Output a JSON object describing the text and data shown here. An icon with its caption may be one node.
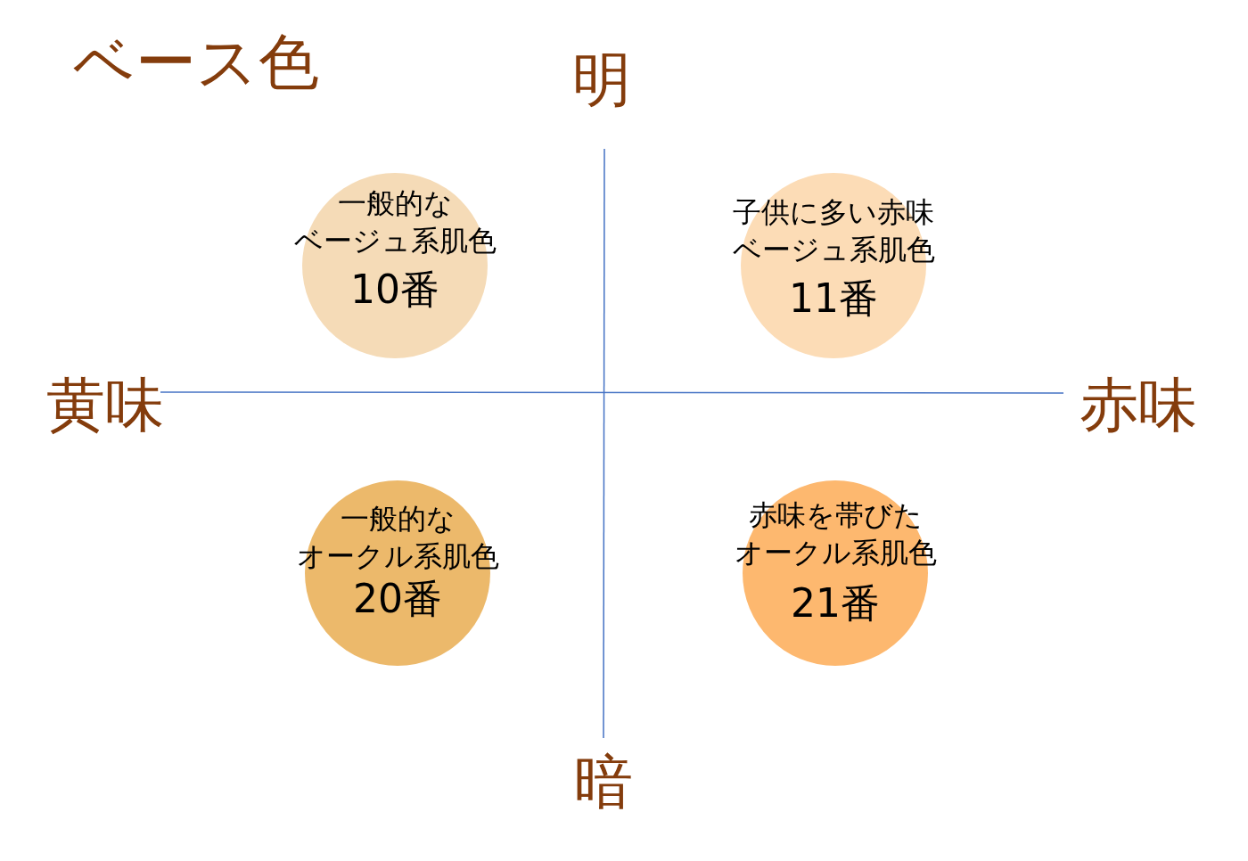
{
  "diagram": {
    "title": "ベース色",
    "nodes": [
      {
        "text": [
          "一般的なベージュ系肌色",
          "10番"
        ]
      },
      {
        "text": [
          "子供に多い赤味ベージュ系肌色",
          "11番"
        ]
      },
      {
        "text": [
          "一般的なオークル系肌色",
          "20番"
        ]
      },
      {
        "text": [
          "赤味を帯びたオークル系肌色",
          "21番"
        ]
      }
    ],
    "labels": [
      "明",
      "黄味",
      "赤味",
      "暗"
    ]
  }
}
